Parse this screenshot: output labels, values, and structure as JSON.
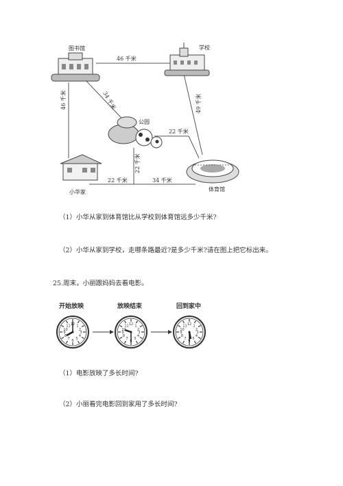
{
  "map": {
    "places": {
      "library": "图书馆",
      "school": "学校",
      "park": "公园",
      "home": "小华家",
      "stadium": "体育馆"
    },
    "roads": {
      "library_school": "46 千米",
      "library_park": "34 千米",
      "library_home": "46 千米",
      "school_stadium": "49 千米",
      "park_right": "22 千米",
      "park_down": "22 千米",
      "bottom_left": "22 千米",
      "bottom_right": "34 千米"
    }
  },
  "questions": {
    "q1": "（1）小华从家到体育馆比从学校到体育馆远多少千米?",
    "q2": "（2）小华从家到学校，走哪条路最近?是多少千米?请在图上把它标出来。",
    "p25": "25.周末，小丽跟妈妈去看电影。",
    "q3": "（1）电影放映了多长时间?",
    "q4": "（2）小丽看完电影回到家用了多长时间?"
  },
  "clocks": {
    "labels": [
      "开始放映",
      "放映结束",
      "回到家中"
    ]
  }
}
